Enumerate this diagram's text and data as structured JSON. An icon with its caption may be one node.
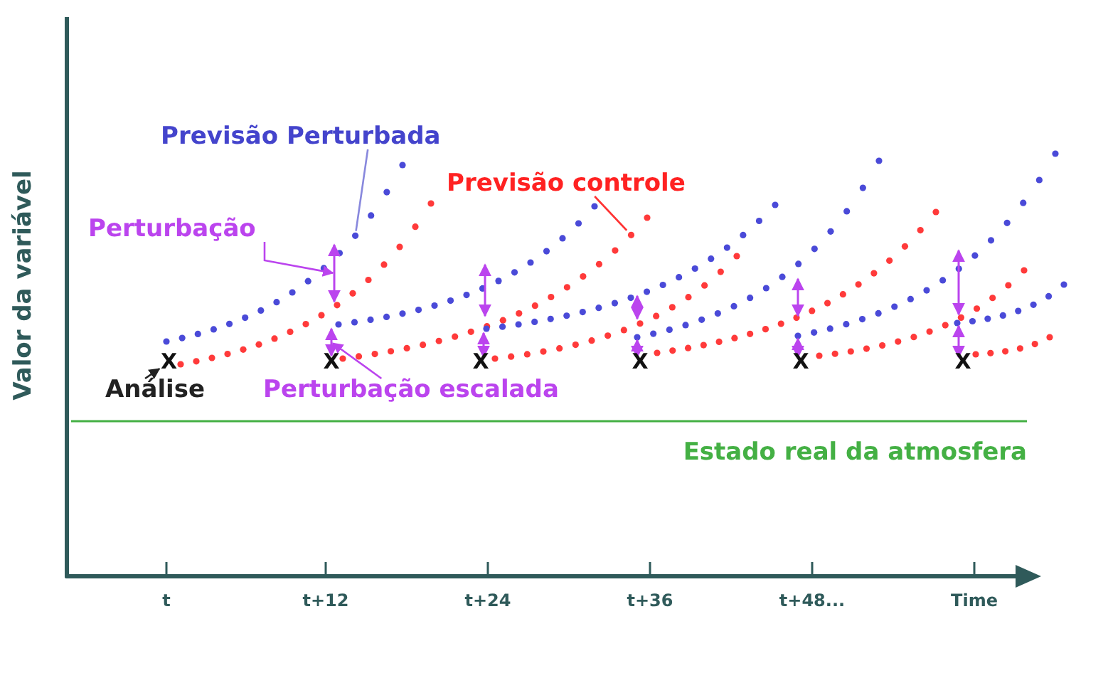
{
  "diagram": {
    "nodes": [
      {
        "text": [
          "Previsão Perturbada"
        ]
      },
      {
        "text": [
          "Previsão controle"
        ]
      },
      {
        "text": [
          "Perturbação"
        ]
      },
      {
        "text": [
          "Análise"
        ]
      },
      {
        "text": [
          "Perturbação escalada"
        ]
      },
      {
        "text": [],
        "shape": "circle"
      },
      {
        "text": [],
        "shape": "circle"
      },
      {
        "text": [],
        "shape": "arrow"
      },
      {
        "text": [
          "X"
        ]
      },
      {
        "text": [],
        "shape": "arrow"
      }
    ],
    "edges": [
      {
        "from": 0,
        "to": 5,
        "arrow": "none",
        "color": "#8888dd"
      },
      {
        "from": 1,
        "to": 6,
        "arrow": "none",
        "color": "#ff3333"
      },
      {
        "from": 2,
        "to": 7,
        "arrow": "to",
        "color": "#bb44ee"
      },
      {
        "from": 3,
        "to": 8,
        "arrow": "to",
        "color": "#222222"
      },
      {
        "from": 4,
        "to": 9,
        "arrow": "to",
        "color": "#bb44ee"
      }
    ],
    "labels": [
      "Valor da variável",
      "X",
      "X",
      "X",
      "X",
      "X",
      "Estado real da atmosfera",
      "t",
      "t+12",
      "t+24",
      "t+36",
      "t+48...",
      "Time"
    ]
  }
}
